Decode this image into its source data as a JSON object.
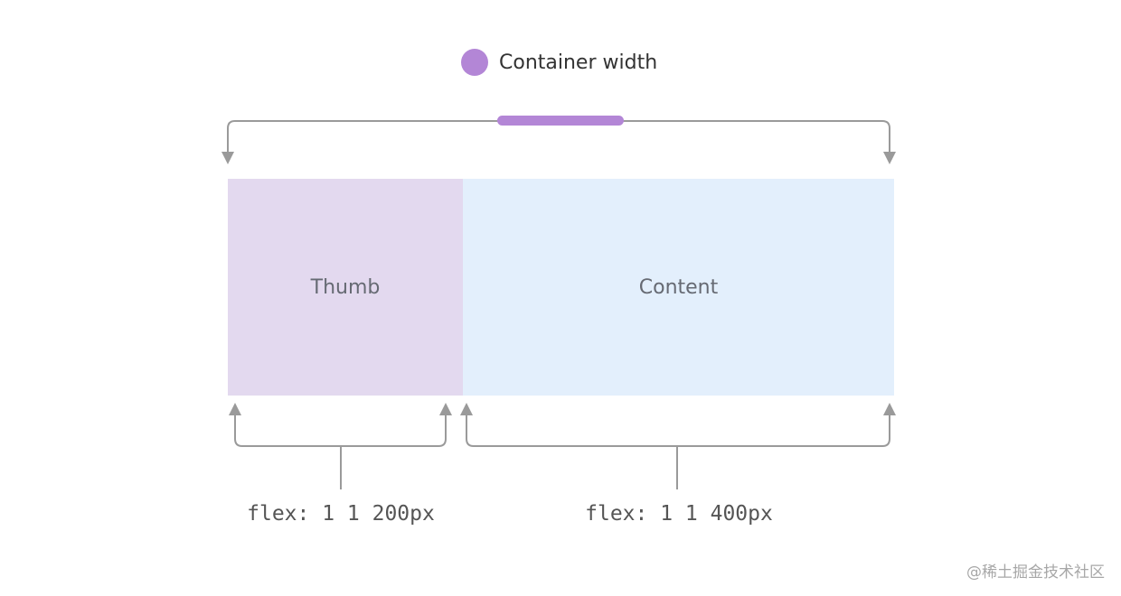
{
  "legend": {
    "label": "Container width",
    "dot_color": "#b386d6"
  },
  "boxes": {
    "thumb": {
      "label": "Thumb",
      "color": "#e3d9ef"
    },
    "content": {
      "label": "Content",
      "color": "#e3effc"
    }
  },
  "annotations": {
    "thumb_flex": "flex: 1 1 200px",
    "content_flex": "flex: 1 1 400px"
  },
  "watermark": "@稀土掘金技术社区",
  "colors": {
    "bracket": "#9a9a9a",
    "accent": "#b386d6"
  }
}
